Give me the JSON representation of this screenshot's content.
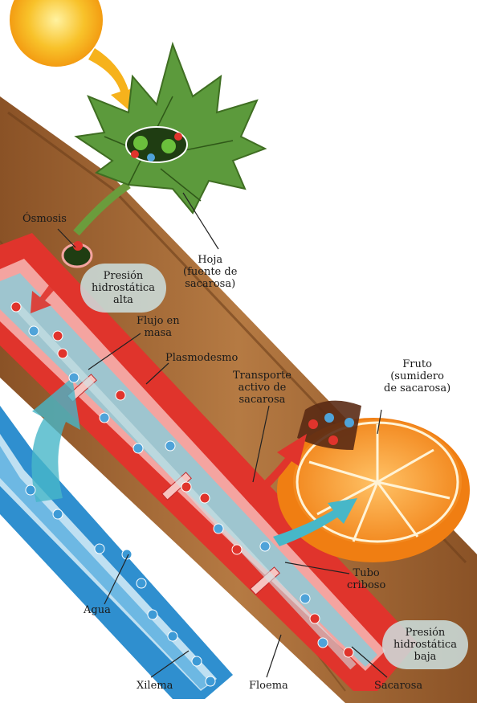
{
  "labels": {
    "osmosis": "Ósmosis",
    "leaf": [
      "Hoja",
      "(fuente de",
      "sacarosa)"
    ],
    "pressure_high": [
      "Presión",
      "hidrostática",
      "alta"
    ],
    "mass_flow": [
      "Flujo en",
      "masa"
    ],
    "plasmodesma": "Plasmodesmo",
    "active_transport": [
      "Transporte",
      "activo de",
      "sacarosa"
    ],
    "fruit": [
      "Fruto",
      "(sumidero",
      "de sacarosa)"
    ],
    "sieve_tube": [
      "Tubo",
      "criboso"
    ],
    "water": "Agua",
    "pressure_low": [
      "Presión",
      "hidrostática",
      "baja"
    ],
    "xylem": "Xilema",
    "phloem": "Floema",
    "sucrose": "Sacarosa"
  },
  "colors": {
    "sun": "#f6b21c",
    "leaf": "#5c9a3c",
    "bark": "#9c6533",
    "phloem": "#e0342c",
    "xylem": "#2f8fcf",
    "fruit": "#f3861c",
    "flow_arrow": "#47b7c8"
  }
}
